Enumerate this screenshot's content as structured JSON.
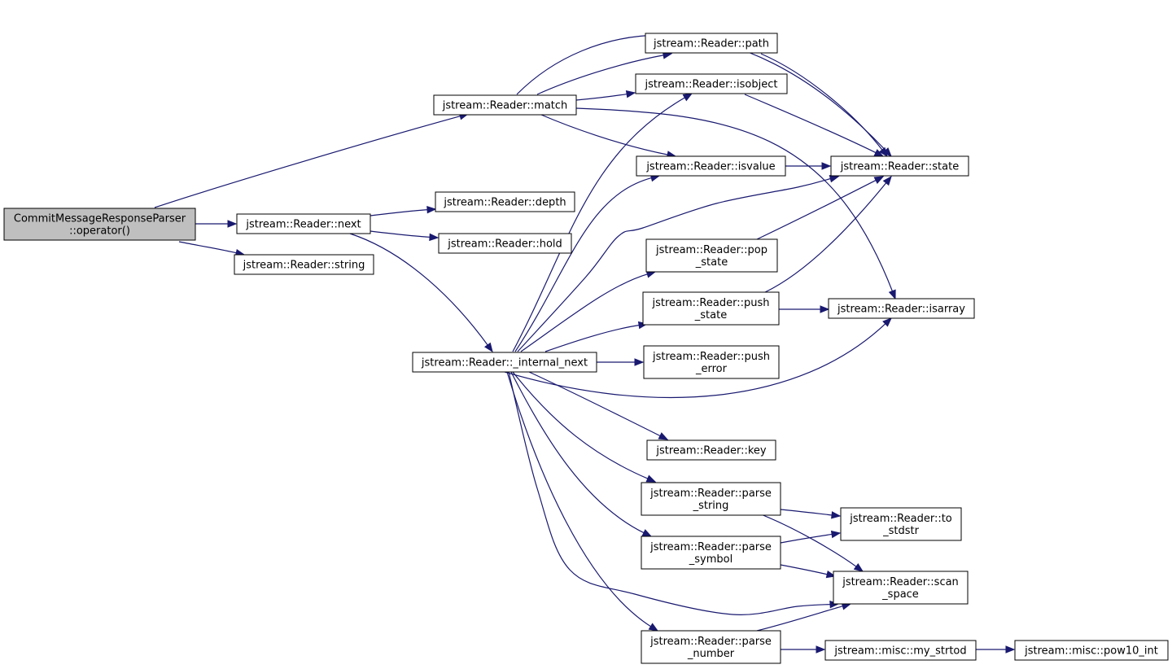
{
  "colors": {
    "edge": "#191970",
    "node_fill": "#ffffff",
    "node_border": "#000000",
    "root_fill": "#bfbfbf",
    "text": "#000000"
  },
  "nodes": [
    {
      "id": "root",
      "lines": [
        "CommitMessageResponseParser",
        "::operator()"
      ]
    },
    {
      "id": "match",
      "lines": [
        "jstream::Reader::match"
      ]
    },
    {
      "id": "next",
      "lines": [
        "jstream::Reader::next"
      ]
    },
    {
      "id": "string",
      "lines": [
        "jstream::Reader::string"
      ]
    },
    {
      "id": "path",
      "lines": [
        "jstream::Reader::path"
      ]
    },
    {
      "id": "isobject",
      "lines": [
        "jstream::Reader::isobject"
      ]
    },
    {
      "id": "isvalue",
      "lines": [
        "jstream::Reader::isvalue"
      ]
    },
    {
      "id": "state",
      "lines": [
        "jstream::Reader::state"
      ]
    },
    {
      "id": "depth",
      "lines": [
        "jstream::Reader::depth"
      ]
    },
    {
      "id": "hold",
      "lines": [
        "jstream::Reader::hold"
      ]
    },
    {
      "id": "internal_next",
      "lines": [
        "jstream::Reader::_internal_next"
      ]
    },
    {
      "id": "pop_state",
      "lines": [
        "jstream::Reader::pop",
        "_state"
      ]
    },
    {
      "id": "push_state",
      "lines": [
        "jstream::Reader::push",
        "_state"
      ]
    },
    {
      "id": "isarray",
      "lines": [
        "jstream::Reader::isarray"
      ]
    },
    {
      "id": "push_error",
      "lines": [
        "jstream::Reader::push",
        "_error"
      ]
    },
    {
      "id": "key",
      "lines": [
        "jstream::Reader::key"
      ]
    },
    {
      "id": "parse_string",
      "lines": [
        "jstream::Reader::parse",
        "_string"
      ]
    },
    {
      "id": "to_stdstr",
      "lines": [
        "jstream::Reader::to",
        "_stdstr"
      ]
    },
    {
      "id": "parse_symbol",
      "lines": [
        "jstream::Reader::parse",
        "_symbol"
      ]
    },
    {
      "id": "scan_space",
      "lines": [
        "jstream::Reader::scan",
        "_space"
      ]
    },
    {
      "id": "parse_number",
      "lines": [
        "jstream::Reader::parse",
        "_number"
      ]
    },
    {
      "id": "my_strtod",
      "lines": [
        "jstream::misc::my_strtod"
      ]
    },
    {
      "id": "pow10_int",
      "lines": [
        "jstream::misc::pow10_int"
      ]
    }
  ],
  "edges": [
    [
      "root",
      "match"
    ],
    [
      "root",
      "next"
    ],
    [
      "root",
      "string"
    ],
    [
      "match",
      "path"
    ],
    [
      "match",
      "isobject"
    ],
    [
      "match",
      "isvalue"
    ],
    [
      "match",
      "state"
    ],
    [
      "match",
      "isarray"
    ],
    [
      "path",
      "state"
    ],
    [
      "isobject",
      "state"
    ],
    [
      "isvalue",
      "state"
    ],
    [
      "next",
      "depth"
    ],
    [
      "next",
      "hold"
    ],
    [
      "next",
      "internal_next"
    ],
    [
      "internal_next",
      "isobject"
    ],
    [
      "internal_next",
      "isvalue"
    ],
    [
      "internal_next",
      "state"
    ],
    [
      "internal_next",
      "pop_state"
    ],
    [
      "internal_next",
      "push_state"
    ],
    [
      "internal_next",
      "isarray"
    ],
    [
      "internal_next",
      "push_error"
    ],
    [
      "internal_next",
      "key"
    ],
    [
      "internal_next",
      "parse_string"
    ],
    [
      "internal_next",
      "parse_symbol"
    ],
    [
      "internal_next",
      "scan_space"
    ],
    [
      "internal_next",
      "parse_number"
    ],
    [
      "pop_state",
      "state"
    ],
    [
      "push_state",
      "state"
    ],
    [
      "push_state",
      "isarray"
    ],
    [
      "parse_string",
      "to_stdstr"
    ],
    [
      "parse_string",
      "scan_space"
    ],
    [
      "parse_symbol",
      "to_stdstr"
    ],
    [
      "parse_symbol",
      "scan_space"
    ],
    [
      "parse_number",
      "scan_space"
    ],
    [
      "parse_number",
      "my_strtod"
    ],
    [
      "my_strtod",
      "pow10_int"
    ]
  ]
}
